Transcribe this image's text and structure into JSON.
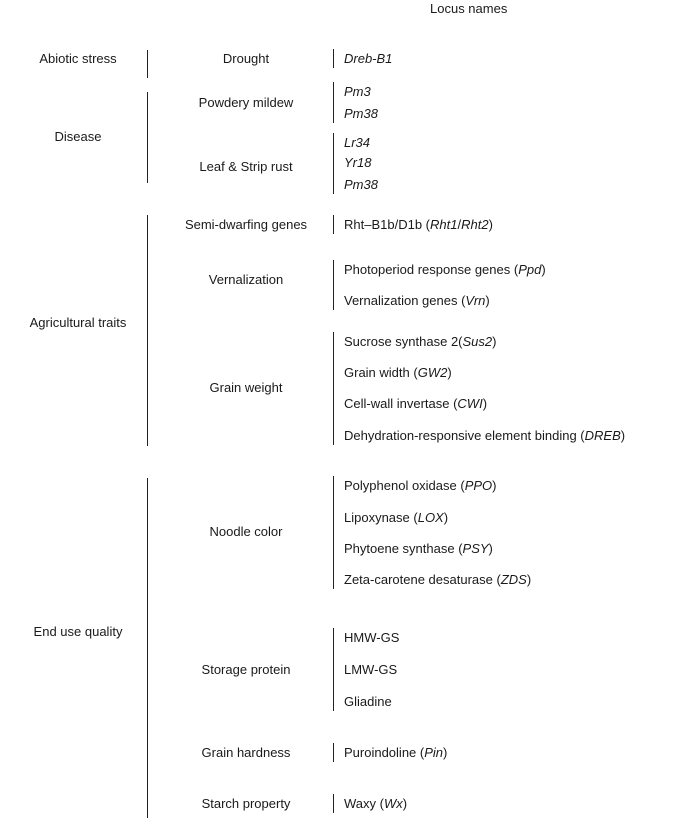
{
  "header": "Locus names",
  "groups": [
    {
      "category": "Abiotic stress",
      "subgroups": [
        {
          "trait": "Drought",
          "loci": [
            [
              {
                "i": "Dreb-B1"
              }
            ]
          ]
        }
      ]
    },
    {
      "category": "Disease",
      "subgroups": [
        {
          "trait": "Powdery mildew",
          "loci": [
            [
              {
                "i": "Pm3"
              }
            ],
            [
              {
                "i": "Pm38"
              }
            ]
          ]
        },
        {
          "trait": "Leaf & Strip rust",
          "loci": [
            [
              {
                "i": "Lr34"
              }
            ],
            [
              {
                "i": "Yr18"
              }
            ],
            [
              {
                "i": "Pm38"
              }
            ]
          ]
        }
      ]
    },
    {
      "category": "Agricultural traits",
      "subgroups": [
        {
          "trait": "Semi-dwarfing genes",
          "loci": [
            [
              {
                "t": "Rht–B1b/D1b ("
              },
              {
                "i": "Rht1"
              },
              {
                "t": "/"
              },
              {
                "i": "Rht2"
              },
              {
                "t": ")"
              }
            ]
          ]
        },
        {
          "trait": "Vernalization",
          "loci": [
            [
              {
                "t": "Photoperiod response genes ("
              },
              {
                "i": "Ppd"
              },
              {
                "t": ")"
              }
            ],
            [
              {
                "t": "Vernalization genes ("
              },
              {
                "i": "Vrn"
              },
              {
                "t": ")"
              }
            ]
          ]
        },
        {
          "trait": "Grain weight",
          "loci": [
            [
              {
                "t": "Sucrose synthase 2("
              },
              {
                "i": "Sus2"
              },
              {
                "t": ")"
              }
            ],
            [
              {
                "t": "Grain width ("
              },
              {
                "i": "GW2"
              },
              {
                "t": ")"
              }
            ],
            [
              {
                "t": "Cell-wall invertase ("
              },
              {
                "i": "CWI"
              },
              {
                "t": ")"
              }
            ],
            [
              {
                "t": "Dehydration-responsive element binding ("
              },
              {
                "i": "DREB"
              },
              {
                "t": ")"
              }
            ]
          ]
        }
      ]
    },
    {
      "category": "End use quality",
      "subgroups": [
        {
          "trait": "Noodle color",
          "loci": [
            [
              {
                "t": "Polyphenol oxidase ("
              },
              {
                "i": "PPO"
              },
              {
                "t": ")"
              }
            ],
            [
              {
                "t": "Lipoxynase ("
              },
              {
                "i": "LOX"
              },
              {
                "t": ")"
              }
            ],
            [
              {
                "t": "Phytoene synthase ("
              },
              {
                "i": "PSY"
              },
              {
                "t": ")"
              }
            ],
            [
              {
                "t": "Zeta-carotene desaturase ("
              },
              {
                "i": "ZDS"
              },
              {
                "t": ")"
              }
            ]
          ]
        },
        {
          "trait": "Storage protein",
          "loci": [
            [
              {
                "t": "HMW-GS"
              }
            ],
            [
              {
                "t": "LMW-GS"
              }
            ],
            [
              {
                "t": "Gliadine"
              }
            ]
          ]
        },
        {
          "trait": "Grain hardness",
          "loci": [
            [
              {
                "t": "Puroindoline ("
              },
              {
                "i": "Pin"
              },
              {
                "t": ")"
              }
            ]
          ]
        },
        {
          "trait": "Starch property",
          "loci": [
            [
              {
                "t": "Waxy ("
              },
              {
                "i": "Wx"
              },
              {
                "t": ")"
              }
            ]
          ]
        }
      ]
    }
  ]
}
